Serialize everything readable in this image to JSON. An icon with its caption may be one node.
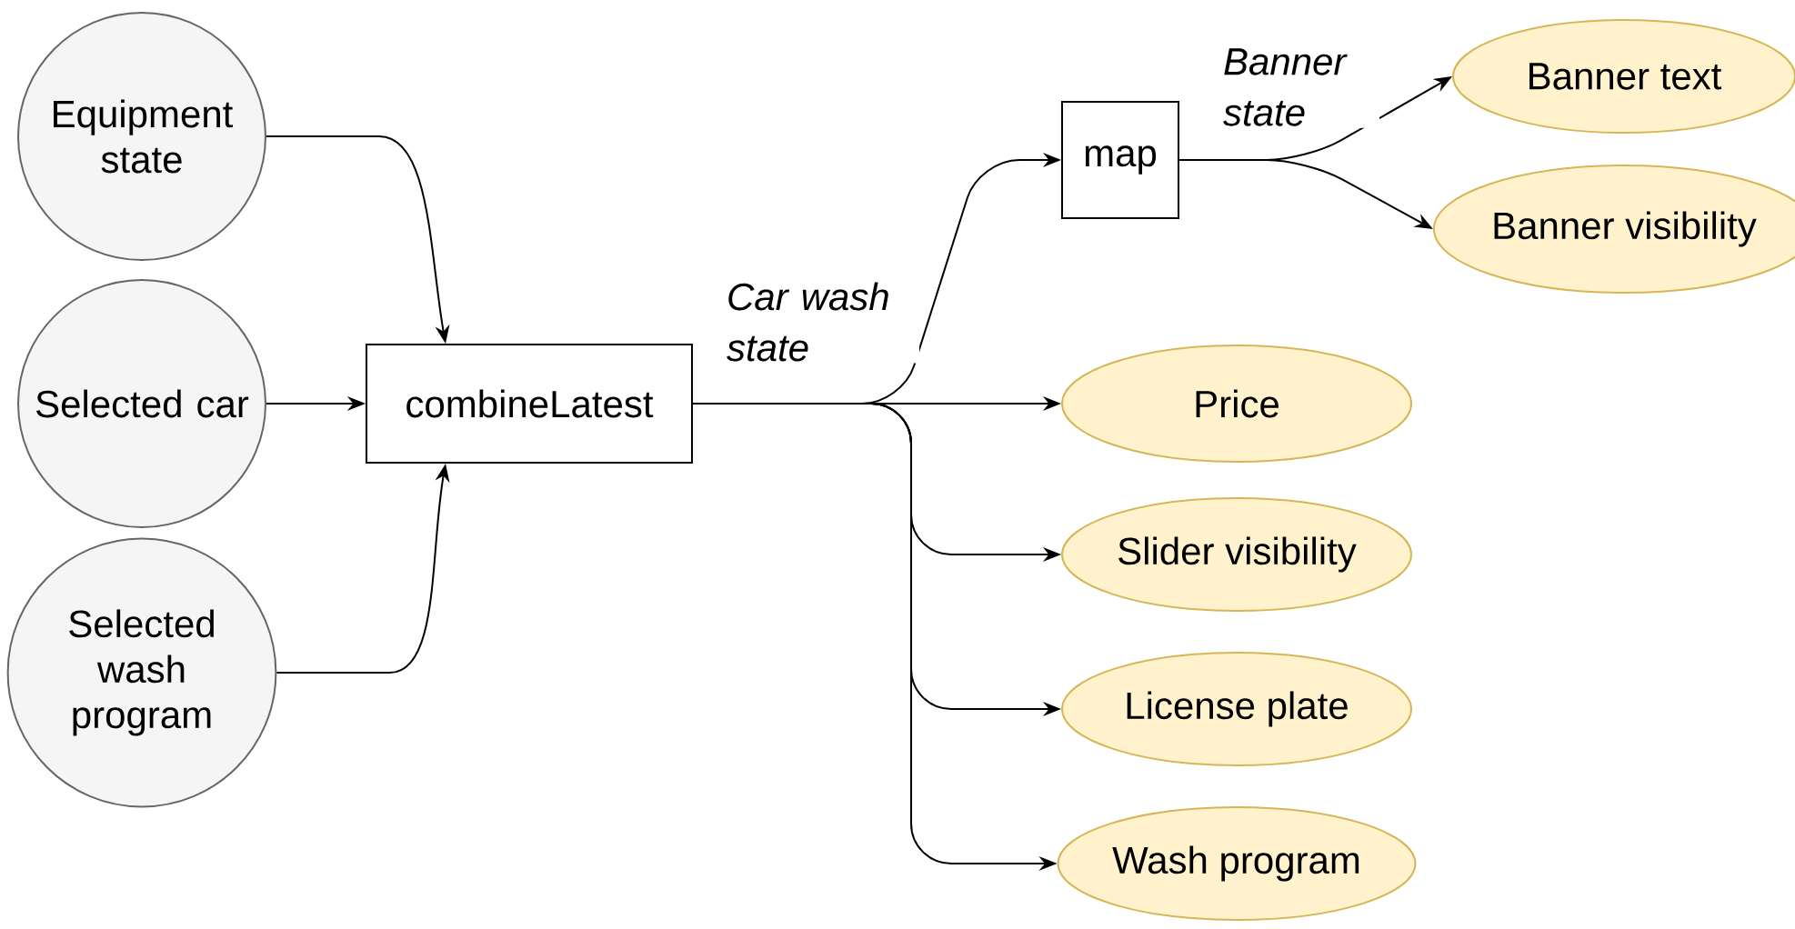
{
  "diagram": {
    "nodes": [
      {
        "text": [
          "Equipment state"
        ]
      },
      {
        "text": [
          "Selected car"
        ]
      },
      {
        "text": [
          "Selected wash program"
        ]
      },
      {
        "text": [
          "combineLatest"
        ]
      },
      {
        "text": [
          "map"
        ]
      },
      {
        "text": [
          "Banner text"
        ]
      },
      {
        "text": [
          "Banner visibility"
        ]
      },
      {
        "text": [
          "Price"
        ]
      },
      {
        "text": [
          "Slider visibility"
        ]
      },
      {
        "text": [
          "License plate"
        ]
      },
      {
        "text": [
          "Wash program"
        ]
      }
    ],
    "edges": [
      {
        "from": 0,
        "to": 3,
        "arrow": "to"
      },
      {
        "from": 1,
        "to": 3,
        "arrow": "to"
      },
      {
        "from": 2,
        "to": 3,
        "arrow": "to"
      },
      {
        "from": 3,
        "to": 4,
        "arrow": "to",
        "label": "Car wash state"
      },
      {
        "from": 3,
        "to": 7,
        "arrow": "to"
      },
      {
        "from": 3,
        "to": 8,
        "arrow": "to"
      },
      {
        "from": 3,
        "to": 9,
        "arrow": "to"
      },
      {
        "from": 3,
        "to": 10,
        "arrow": "to"
      },
      {
        "from": 4,
        "to": 5,
        "arrow": "to",
        "label": "Banner state"
      },
      {
        "from": 4,
        "to": 6,
        "arrow": "to"
      }
    ]
  }
}
